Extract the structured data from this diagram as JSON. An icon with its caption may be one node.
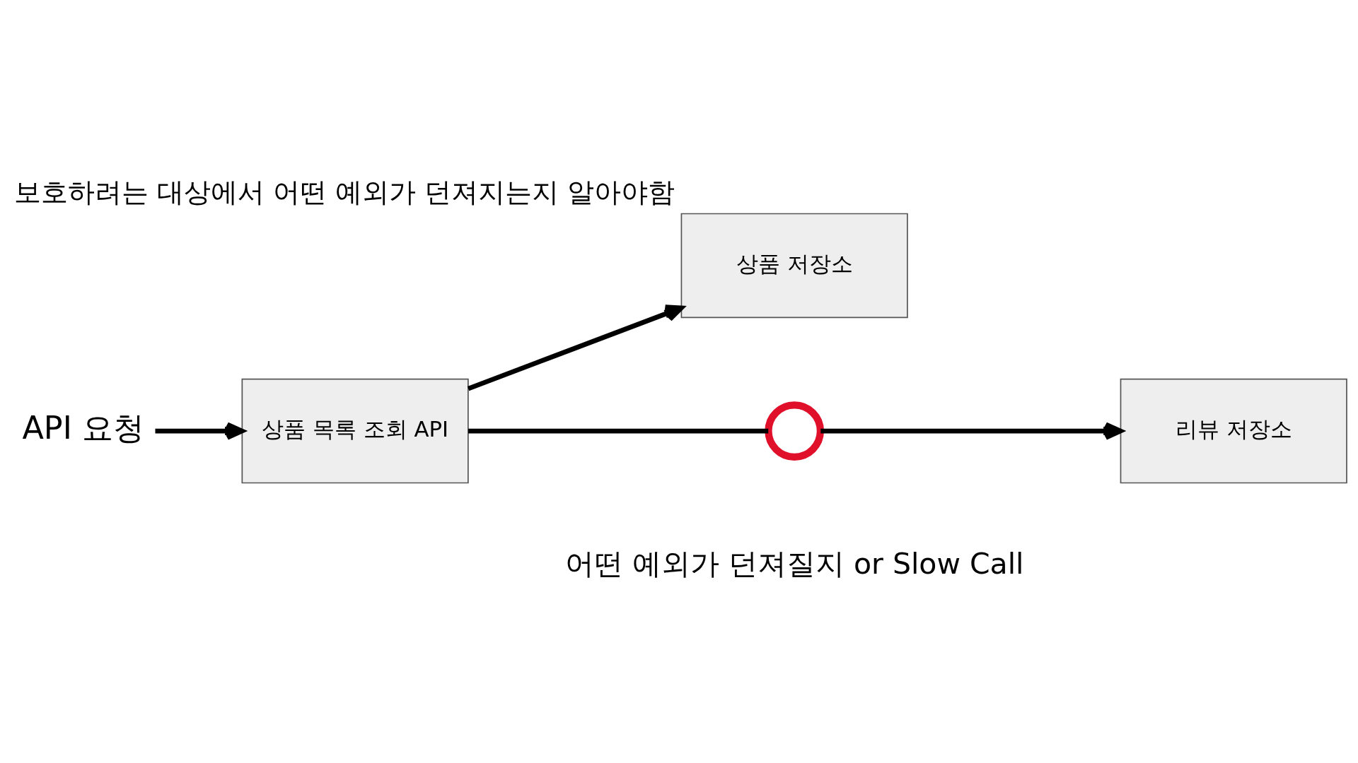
{
  "diagram": {
    "title": "보호하려는 대상에서 어떤 예외가 던져지는지 알아야함",
    "nodes": [
      {
        "text": [
          "API 요청"
        ]
      },
      {
        "text": [
          "상품 목록 조회 API"
        ]
      },
      {
        "text": [
          "상품 저장소"
        ]
      },
      {
        "text": [],
        "shape": "circle"
      },
      {
        "text": [
          "리뷰 저장소"
        ]
      }
    ],
    "edges": [
      {
        "from": 0,
        "to": 1,
        "arrow": "to"
      },
      {
        "from": 1,
        "to": 2,
        "arrow": "to"
      },
      {
        "from": 1,
        "to": 3,
        "arrow": "none"
      },
      {
        "from": 3,
        "to": 4,
        "arrow": "to"
      }
    ],
    "labels": [
      "어떤 예외가 던져질지 or Slow Call"
    ]
  }
}
